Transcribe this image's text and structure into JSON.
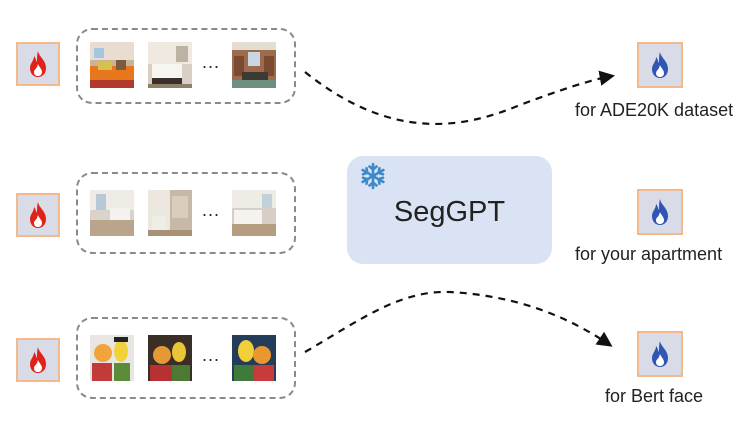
{
  "model": {
    "label": "SegGPT",
    "state_icon": "snowflake-icon"
  },
  "prompt_icon": "flame-icon",
  "target_icon": "flame-icon",
  "ellipsis": "...",
  "colors": {
    "prompt_flame": "#e0221b",
    "target_flame": "#2f56b4",
    "snowflake": "#3c8ac9",
    "icon_border": "#f3b98a",
    "model_fill": "#dae3f3"
  },
  "rows": [
    {
      "caption": "for ADE20K dataset",
      "thumbnails": [
        "living-room-photo",
        "bedroom-photo",
        "dining-room-photo"
      ]
    },
    {
      "caption": "for your apartment",
      "thumbnails": [
        "apartment-room-photo",
        "apartment-hall-photo",
        "apartment-bedroom-photo"
      ]
    },
    {
      "caption": "for Bert face",
      "thumbnails": [
        "bert-ernie-photo",
        "bert-ernie-photo",
        "bert-ernie-photo"
      ]
    }
  ]
}
